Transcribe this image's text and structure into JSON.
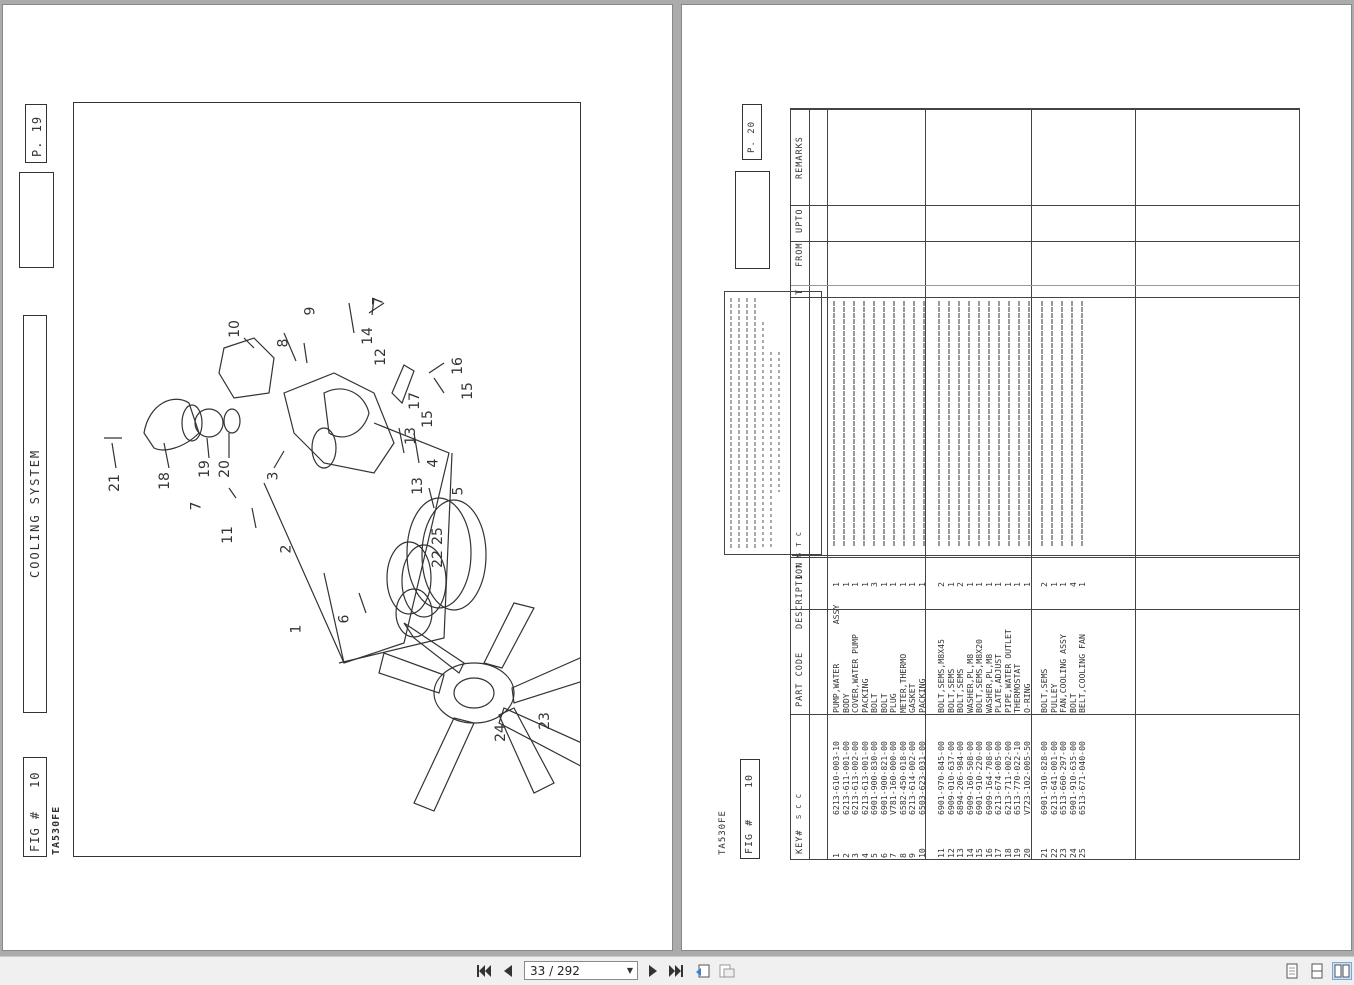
{
  "left_page": {
    "page_no": "P. 19",
    "section_title": "COOLING SYSTEM",
    "fig_label": "FIG #",
    "fig_no": "10",
    "model": "TA530FE",
    "callouts": [
      "1",
      "2",
      "3",
      "4",
      "5",
      "6",
      "7",
      "7",
      "8",
      "9",
      "10",
      "11",
      "12",
      "13",
      "13",
      "14",
      "15",
      "15",
      "16",
      "17",
      "18",
      "19",
      "20",
      "21",
      "22",
      "23",
      "24",
      "25"
    ]
  },
  "right_page": {
    "page_no": "P. 20",
    "fig_label": "FIG #",
    "fig_no": "10",
    "model": "TA530FE",
    "headers": {
      "key": "KEY#",
      "scc": "S C C",
      "part_code": "PART CODE",
      "description": "DESCRIPTION",
      "qty": "Q T Y",
      "sc": "S T C",
      "from": "FROM",
      "upto": "UPTO",
      "remarks": "REMARKS",
      "t": "T"
    },
    "groups": [
      {
        "keys": [
          "1",
          "2",
          "3",
          "4",
          "5",
          "6",
          "7",
          "8",
          "9",
          "10"
        ],
        "codes": [
          "6213-610-003-10",
          "6213-611-001-00",
          "6213-613-002-00",
          "6213-613-001-00",
          "6901-900-830-00",
          "6901-900-821-00",
          "V781-160-000-00",
          "6582-450-018-00",
          "6213-614-002-00",
          "6503-623-031-00"
        ],
        "descs": [
          "PUMP,WATER        ASSY",
          "BODY",
          "COVER,WATER PUMP",
          "PACKING",
          "BOLT",
          "BOLT",
          "PLUG",
          "METER,THERMO",
          "GASKET",
          "PACKING"
        ],
        "qty": [
          "1",
          "1",
          "1",
          "1",
          "3",
          "1",
          "1",
          "1",
          "1",
          "1"
        ]
      },
      {
        "keys": [
          "11",
          "12",
          "13",
          "14",
          "15",
          "16",
          "17",
          "18",
          "19",
          "20"
        ],
        "codes": [
          "6901-970-845-00",
          "6909-010-637-00",
          "6894-206-984-00",
          "6909-160-508-00",
          "6901-910-220-00",
          "6909-164-708-00",
          "6213-674-005-00",
          "6213-711-002-00",
          "6513-770-022-10",
          "V723-102-005-50"
        ],
        "descs": [
          "BOLT,SEMS,M8X45",
          "BOLT,SEMS",
          "BOLT,SEMS",
          "WASHER,PL,M8",
          "BOLT,SEMS,M8X20",
          "WASHER,PL,M8",
          "PLATE,ADJUST",
          "PIPE,WATER OUTLET",
          "THERMOSTAT",
          "O-RING"
        ],
        "qty": [
          "2",
          "1",
          "2",
          "1",
          "1",
          "1",
          "1",
          "1",
          "1",
          "1"
        ]
      },
      {
        "keys": [
          "21",
          "22",
          "23",
          "24",
          "25"
        ],
        "codes": [
          "6901-910-828-00",
          "6213-641-001-00",
          "6513-660-297-00",
          "6901-910-635-00",
          "6513-671-040-00"
        ],
        "descs": [
          "BOLT,SEMS",
          "PULLEY",
          "FAN,COOLING ASSY",
          "BOLT",
          "BELT,COOLING FAN"
        ],
        "qty": [
          "2",
          "1",
          "1",
          "4",
          "1"
        ]
      }
    ]
  },
  "toolbar": {
    "page_value": "33 / 292",
    "first_icon": "first-page-icon",
    "prev_icon": "prev-page-icon",
    "next_icon": "next-page-icon",
    "last_icon": "last-page-icon"
  }
}
